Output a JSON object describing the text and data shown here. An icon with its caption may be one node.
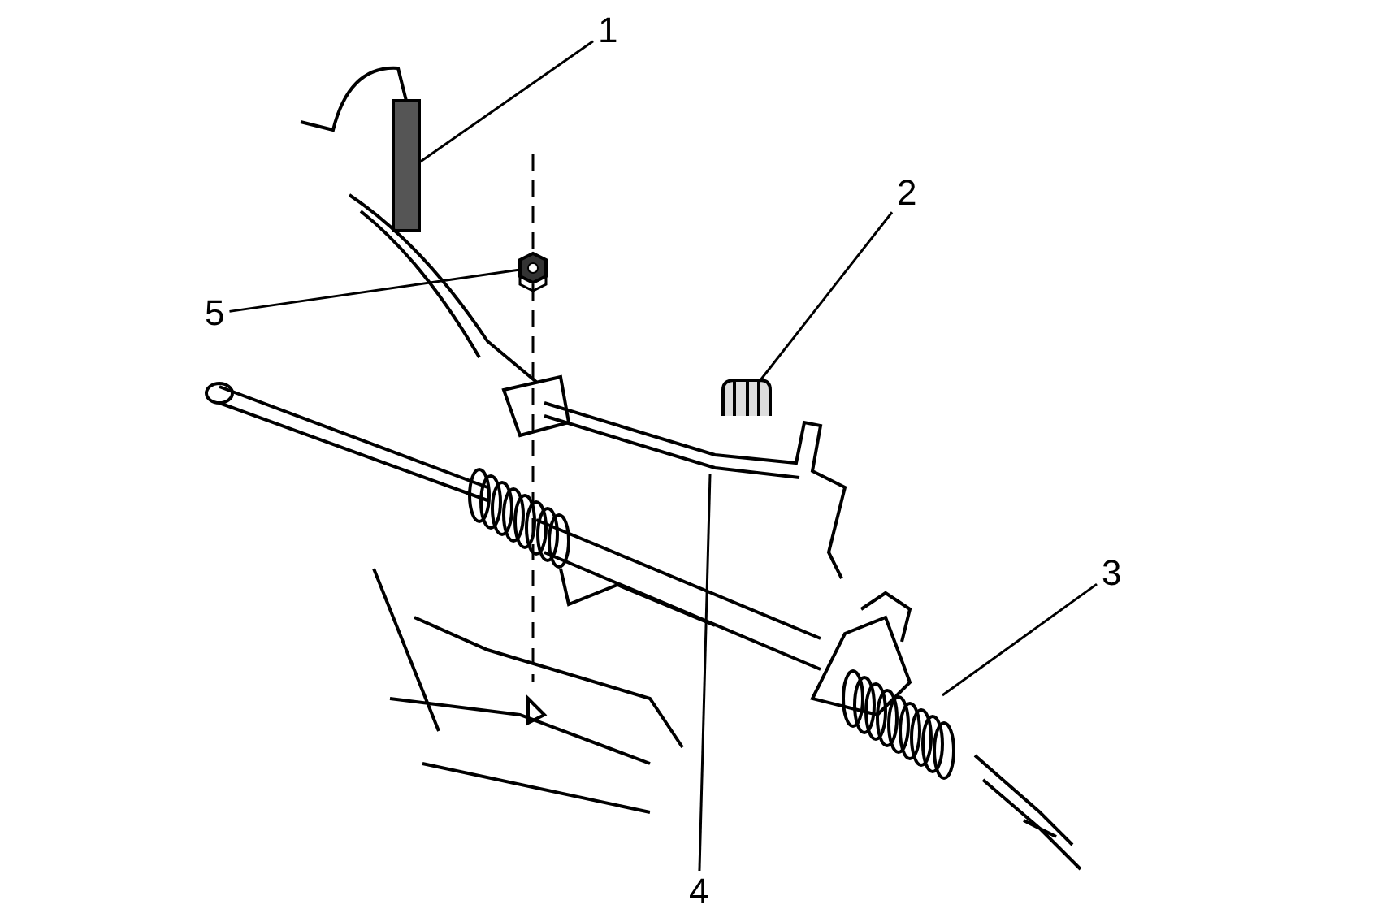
{
  "diagram": {
    "nodes": [
      {
        "text": [
          "1"
        ]
      },
      {
        "text": [],
        "shape": "picture"
      },
      {
        "text": [
          "2"
        ]
      },
      {
        "text": [],
        "shape": "picture"
      },
      {
        "text": [
          "3"
        ]
      },
      {
        "text": [],
        "shape": "picture"
      },
      {
        "text": [
          "4"
        ]
      },
      {
        "text": [],
        "shape": "picture"
      },
      {
        "text": [
          "5"
        ]
      },
      {
        "text": [],
        "shape": "picture"
      }
    ],
    "edges": [
      {
        "from": 0,
        "to": 1,
        "arrow": "none"
      },
      {
        "from": 2,
        "to": 3,
        "arrow": "none"
      },
      {
        "from": 4,
        "to": 5,
        "arrow": "none"
      },
      {
        "from": 6,
        "to": 7,
        "arrow": "none"
      },
      {
        "from": 8,
        "to": 9,
        "arrow": "none"
      }
    ]
  }
}
